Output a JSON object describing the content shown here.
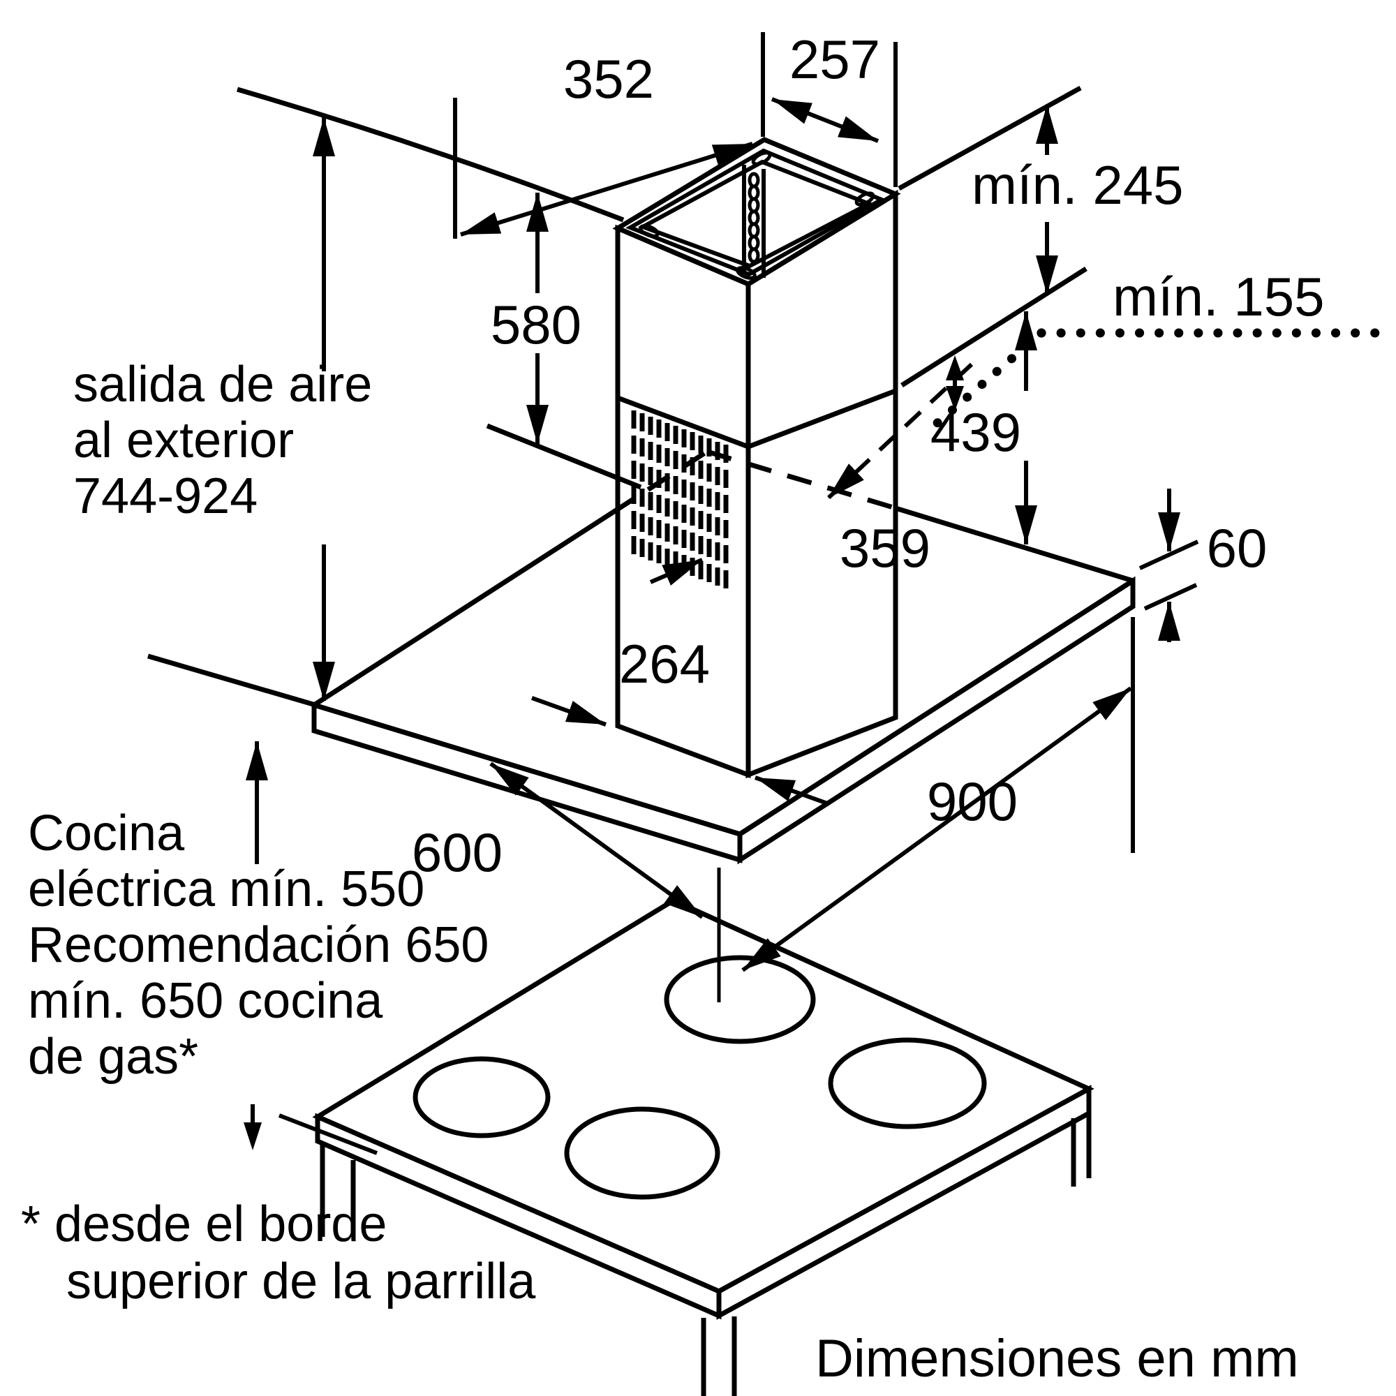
{
  "diagram": {
    "type": "installation-dimension-drawing",
    "subject": "island extractor hood over cooktop",
    "units_note": "Dimensiones en mm",
    "colors": {
      "line": "#000000",
      "background": "#ffffff"
    }
  },
  "labels": {
    "dim_352": "352",
    "dim_257": "257",
    "min_245": "mín. 245",
    "min_155": "mín. 155",
    "dim_580": "580",
    "air_outlet_line1": "salida de aire",
    "air_outlet_line2": "al exterior",
    "air_outlet_range": "744-924",
    "dim_439": "439",
    "dim_359": "359",
    "dim_60": "60",
    "dim_264": "264",
    "dim_600": "600",
    "dim_900": "900",
    "hob_note_line1": "Cocina",
    "hob_note_line2": "eléctrica mín. 550",
    "hob_note_line3": "Recomendación 650",
    "hob_note_line4": "mín. 650 cocina",
    "hob_note_line5": "de gas*",
    "footnote_line1": "* desde el borde",
    "footnote_line2": "superior de la parrilla",
    "footer": "Dimensiones en mm"
  },
  "dimensions_mm": {
    "chimney_top_bracket_width": 352,
    "chimney_top_bracket_depth": 257,
    "min_clearance_above_chimney": 245,
    "min_telescopic_overlap": 155,
    "upper_chimney_section_height": 580,
    "air_outlet_height_range": "744-924",
    "lower_chimney_visible_height": 439,
    "chimney_body_depth": 359,
    "chimney_body_width": 264,
    "canopy_thickness": 60,
    "canopy_depth": 600,
    "canopy_width": 900,
    "min_distance_electric_hob": 550,
    "recommended_distance": 650,
    "min_distance_gas_hob": 650
  }
}
